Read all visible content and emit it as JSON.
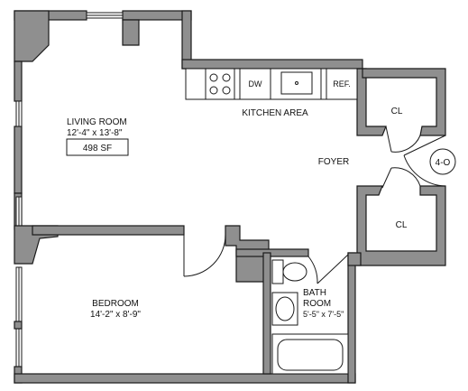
{
  "rooms": {
    "living_room": {
      "name": "LIVING ROOM",
      "dims": "12'-4\" x 13'-8\"",
      "area": "498 SF"
    },
    "kitchen": {
      "name": "KITCHEN AREA",
      "dishwasher": "DW",
      "refrigerator": "REF."
    },
    "foyer": {
      "name": "FOYER"
    },
    "closet_top": {
      "name": "CL"
    },
    "closet_bottom": {
      "name": "CL"
    },
    "bedroom": {
      "name": "BEDROOM",
      "dims": "14'-2\" x 8'-9\""
    },
    "bath": {
      "name_line1": "BATH",
      "name_line2": "ROOM",
      "dims": "5'-5\" x 7'-5\""
    }
  },
  "unit": {
    "label": "4-O"
  }
}
